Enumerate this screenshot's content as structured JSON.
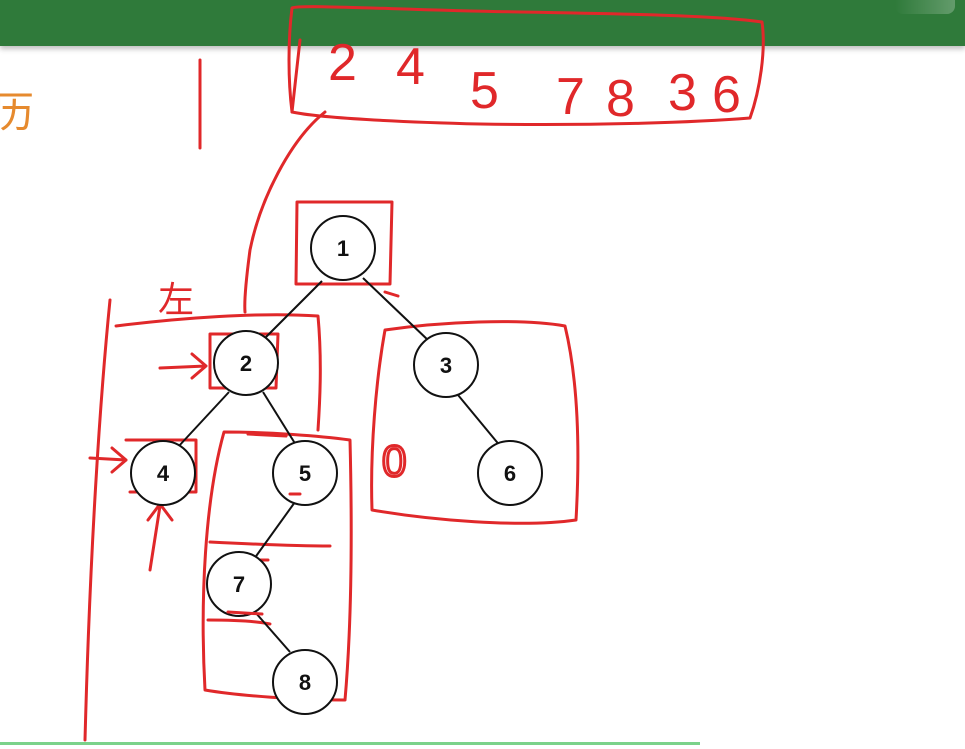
{
  "header": {
    "color": "#2f7a3a"
  },
  "side_text": "历",
  "traversal": {
    "digits": [
      "2",
      "4",
      "5",
      "7",
      "8",
      "3",
      "6"
    ]
  },
  "annotations": {
    "left_label": "左",
    "placeholder_mark": "0"
  },
  "tree": {
    "nodes": [
      {
        "id": "1",
        "label": "1"
      },
      {
        "id": "2",
        "label": "2"
      },
      {
        "id": "3",
        "label": "3"
      },
      {
        "id": "4",
        "label": "4"
      },
      {
        "id": "5",
        "label": "5"
      },
      {
        "id": "6",
        "label": "6"
      },
      {
        "id": "7",
        "label": "7"
      },
      {
        "id": "8",
        "label": "8"
      }
    ],
    "edges": [
      [
        "1",
        "2"
      ],
      [
        "1",
        "3"
      ],
      [
        "2",
        "4"
      ],
      [
        "2",
        "5"
      ],
      [
        "3",
        "6"
      ],
      [
        "5",
        "7"
      ],
      [
        "7",
        "8"
      ]
    ]
  },
  "colors": {
    "ink": "#e0282a",
    "node_stroke": "#111111",
    "side_text": "#e68a2e"
  }
}
